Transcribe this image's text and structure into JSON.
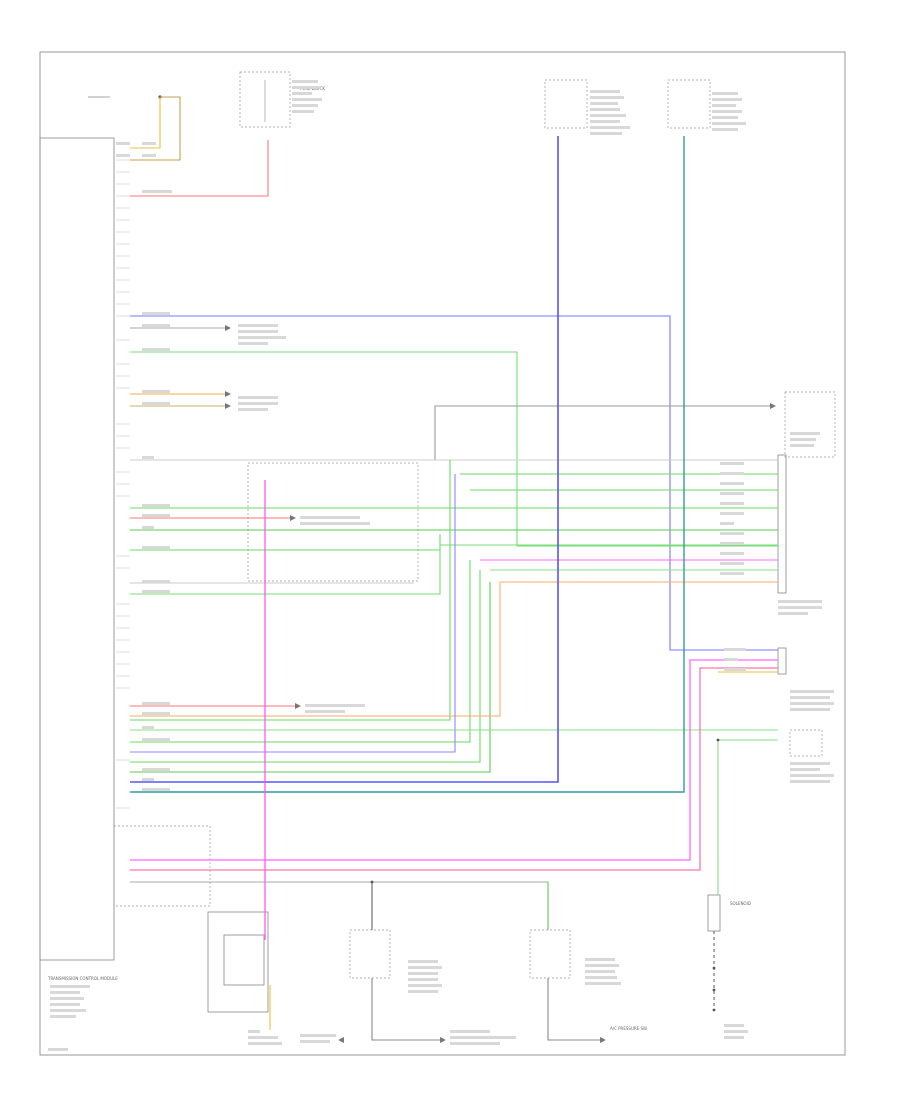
{
  "wires": {
    "color_map": {
      "BLU": "#5555ff",
      "GRN": "#66dd66",
      "RED": "#ff7777",
      "PNK": "#ff55ff",
      "YEL": "#e8c040",
      "ORG": "#ffaa44",
      "GRY": "#b0b0b0",
      "TEAL": "#3399aa",
      "BRN": "#c8a050"
    }
  },
  "labels": {
    "cu_bottom": "TRANSMISSION CONTROL MODULE",
    "solenoid": "SOLENOID",
    "compressor": "A/C PRESSURE SW",
    "fuse_block": "FUSE BLOCK"
  }
}
